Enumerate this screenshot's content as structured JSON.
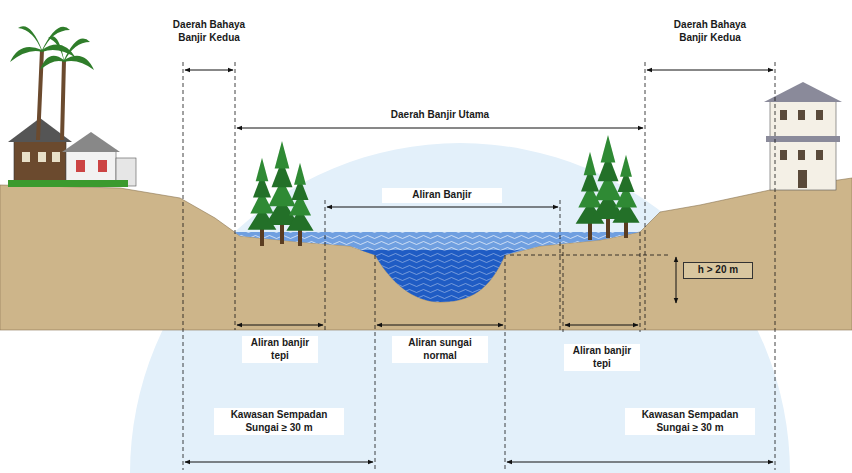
{
  "diagram": {
    "labels": [
      "Daerah Bahaya Banjir Kedua",
      "Daerah Bahaya Banjir Kedua",
      "Daerah Banjir Utama",
      "Aliran Banjir",
      "h > 20 m",
      "Aliran banjir tepi",
      "Aliran sungai normal",
      "Aliran banjir tepi",
      "Kawasan Sempadan Sungai ≥ 30 m",
      "Kawasan Sempadan Sungai ≥ 30 m"
    ]
  }
}
